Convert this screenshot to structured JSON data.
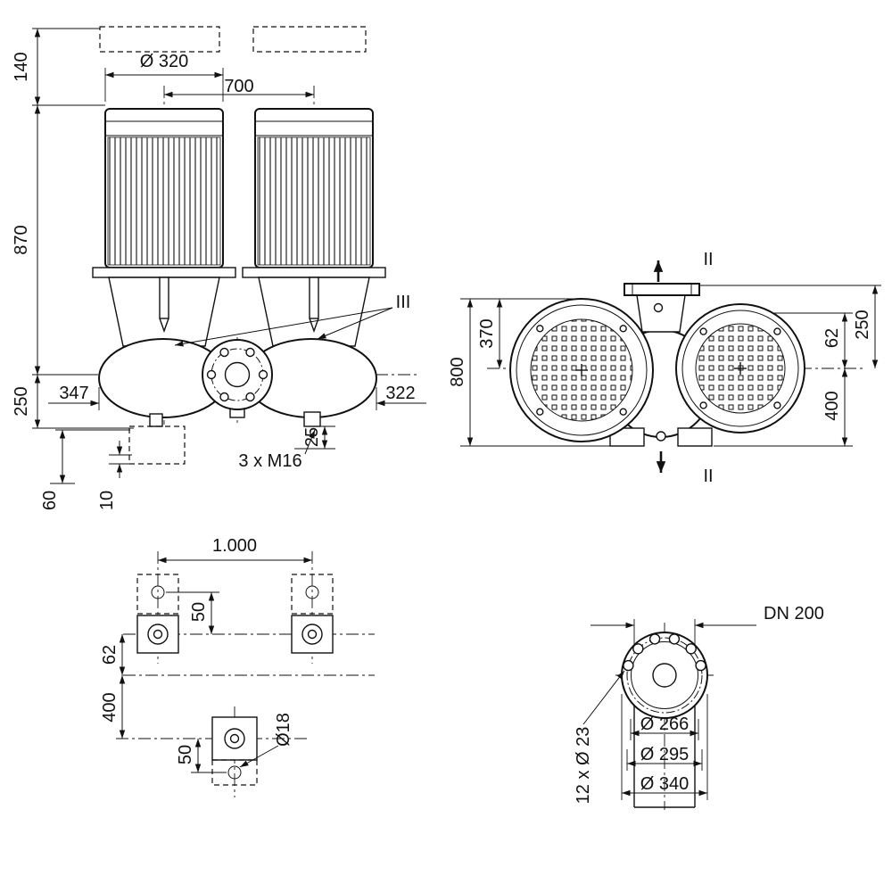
{
  "colors": {
    "ink": "#111111",
    "background": "#ffffff"
  },
  "front_view": {
    "dim_top_height": "140",
    "dim_motor_height": "870",
    "dim_base_height": "250",
    "dim_motor_diameter": "Ø 320",
    "dim_axis_spacing": "700",
    "dim_left_offset": "347",
    "dim_right_offset": "322",
    "section_label": "III",
    "thread_callout": "3 x M16",
    "dim_foot": "25",
    "dim_foundation": "60",
    "dim_plate": "10"
  },
  "side_view": {
    "dim_total_height": "800",
    "dim_center_to_top": "370",
    "dim_offset": "62",
    "dim_flange_height": "250",
    "dim_center_to_bottom": "400",
    "section_label_top": "II",
    "section_label_bottom": "II"
  },
  "baseplate_view": {
    "dim_bolt_spacing": "1.000",
    "dim_front_offset": "50",
    "dim_row_offset": "62",
    "dim_rear_offset": "400",
    "dim_rear_hole_offset": "50",
    "hole_callout": "Ø18"
  },
  "flange_view": {
    "nominal_diameter": "DN 200",
    "dim_raised_face": "Ø 266",
    "dim_bolt_circle": "Ø 295",
    "dim_outer": "Ø 340",
    "bolt_callout": "12 x Ø 23"
  }
}
